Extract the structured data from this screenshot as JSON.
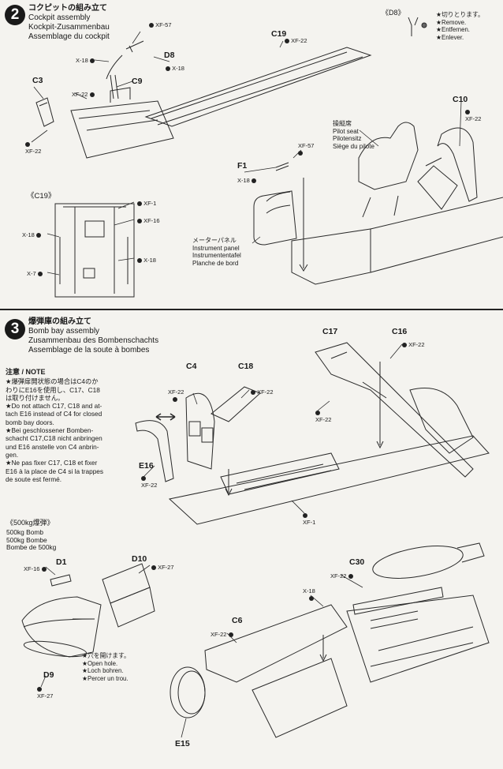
{
  "step2": {
    "number": "2",
    "title_jp": "コクピットの組み立て",
    "title_de": "Cockpit assembly",
    "title_de2": "Kockpit-Zusammenbau",
    "title_fr": "Assemblage du cockpit",
    "d8_header": "《D8》",
    "remove_lines": [
      "★切りとります。",
      "★Remove.",
      "★Entfernen.",
      "★Enlever."
    ],
    "c19_header": "《C19》",
    "seat_lines": [
      "操縦席",
      "Pilot seat",
      "Pilotensitz",
      "Siège du pilote"
    ],
    "panel_lines": [
      "メーターパネル",
      "Instrument panel",
      "Instrumententafel",
      "Planche de bord"
    ],
    "parts": {
      "xf57a": "XF-57",
      "x18a": "X-18",
      "d8": "D8",
      "x18b": "X-18",
      "c9": "C9",
      "c19": "C19",
      "xf22a": "XF-22",
      "c3": "C3",
      "xf22b": "XF-22",
      "xf22c": "XF-22",
      "c10": "C10",
      "xf22d": "XF-22",
      "xf57b": "XF-57",
      "f1": "F1",
      "x18c": "X-18",
      "xf1": "XF-1",
      "xf16": "XF-16",
      "x18d": "X-18",
      "x18e": "X-18",
      "x7": "X-7"
    }
  },
  "step3": {
    "number": "3",
    "title_jp": "爆弾庫の組み立て",
    "title_en": "Bomb bay assembly",
    "title_de": "Zusammenbau des Bombenschachts",
    "title_fr": "Assemblage de la soute à bombes",
    "note_title": "注意 / NOTE",
    "note_lines": [
      "★爆弾扉開状態の場合はC4のか",
      "わりにE16を使用し、C17、C18",
      "は取り付けません。",
      "★Do not attach C17, C18 and at-",
      "tach E16 instead of C4 for closed",
      "bomb bay doors.",
      "★Bei geschlossener Bomben-",
      "schacht C17,C18 nicht anbringen",
      "und E16 anstelle von C4 anbrin-",
      "gen.",
      "★Ne pas fixer C17, C18 et fixer",
      "E16 à la place de C4 si la trappes",
      "de soute est fermé."
    ],
    "bomb_header": "《500kg爆弾》",
    "bomb_lines": [
      "500kg Bomb",
      "500kg Bombe",
      "Bombe de 500kg"
    ],
    "hole_lines": [
      "★穴を開けます。",
      "★Open hole.",
      "★Loch bohren.",
      "★Percer un trou."
    ],
    "parts": {
      "c17": "C17",
      "c16": "C16",
      "xf22a": "XF-22",
      "c4": "C4",
      "c18": "C18",
      "xf22b": "XF-22",
      "xf22c": "XF-22",
      "xf22d": "XF-22",
      "e16": "E16",
      "xf22e": "XF-22",
      "xf1": "XF-1",
      "d1": "D1",
      "xf16": "XF-16",
      "d10": "D10",
      "xf27a": "XF-27",
      "c30": "C30",
      "xf22f": "XF-22",
      "x18": "X-18",
      "c6": "C6",
      "xf22g": "XF-22",
      "d9": "D9",
      "xf27b": "XF-27",
      "e15": "E15"
    }
  }
}
